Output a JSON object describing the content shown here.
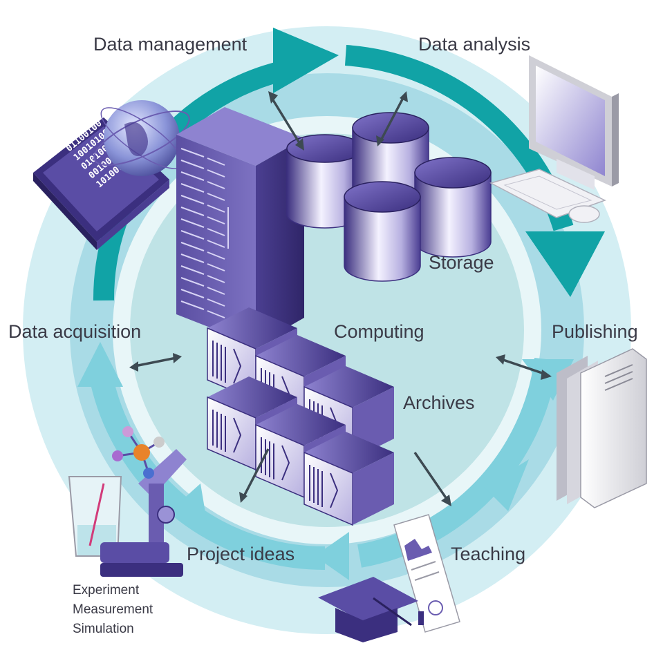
{
  "labels": {
    "data_management": "Data management",
    "data_analysis": "Data analysis",
    "storage": "Storage",
    "data_acquisition": "Data acquisition",
    "computing": "Computing",
    "publishing": "Publishing",
    "archives": "Archives",
    "project_ideas": "Project ideas",
    "teaching": "Teaching",
    "experiment": "Experiment",
    "measurement": "Measurement",
    "simulation": "Simulation"
  },
  "binary_rows": [
    "01100100",
    "10010100",
    "01010010",
    "00100110",
    "10100110"
  ],
  "colors": {
    "ring_light": "#d3eef3",
    "ring_mid": "#a9dbe6",
    "center_disc": "#bfe3e6",
    "arrow_teal": "#11a3a6",
    "arrow_light": "#7fd0dd",
    "purple_dark": "#3b2f7f",
    "purple_mid": "#6a5cb0",
    "purple_light": "#b7b0e0",
    "text": "#3a3a46"
  },
  "icons": [
    "binary-tablet-icon",
    "globe-icon",
    "server-rack-icon",
    "storage-cylinders-icon",
    "archive-boxes-icon",
    "computer-monitor-icon",
    "keyboard-icon",
    "mouse-icon",
    "books-icon",
    "certificate-icon",
    "graduation-cap-icon",
    "microscope-icon",
    "beaker-icon",
    "molecule-icon"
  ]
}
